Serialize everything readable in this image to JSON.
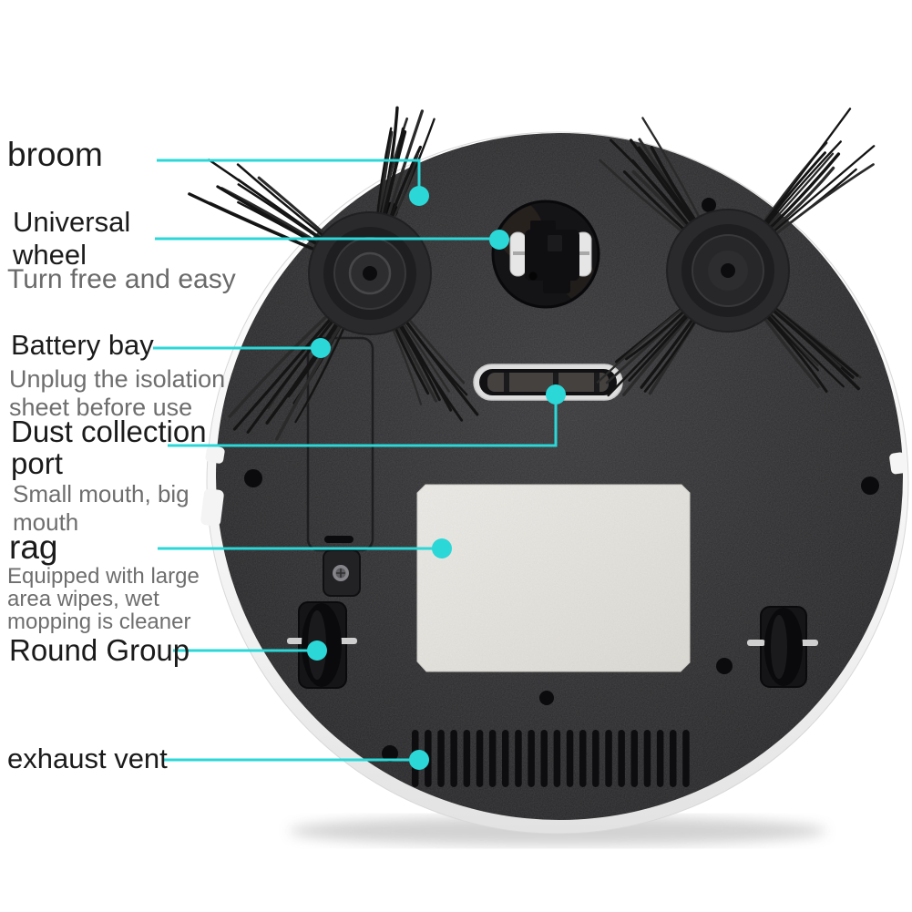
{
  "colors": {
    "accent": "#2BD7D7",
    "body": "#2E2E30",
    "background": "#FFFFFF"
  },
  "labels": {
    "broom": {
      "title": "broom"
    },
    "universal_wheel": {
      "title": "Universal\nwheel",
      "subtitle": "Turn free and easy"
    },
    "battery_bay": {
      "title": "Battery bay",
      "subtitle": "Unplug the isolation\nsheet before use"
    },
    "dust_collection_port": {
      "title": "Dust collection\nport",
      "subtitle": "Small mouth, big\nmouth"
    },
    "rag": {
      "title": "rag",
      "subtitle": "Equipped with large\narea wipes, wet\nmopping is cleaner"
    },
    "round_group": {
      "title": "Round Group"
    },
    "exhaust_vent": {
      "title": "exhaust vent"
    }
  }
}
